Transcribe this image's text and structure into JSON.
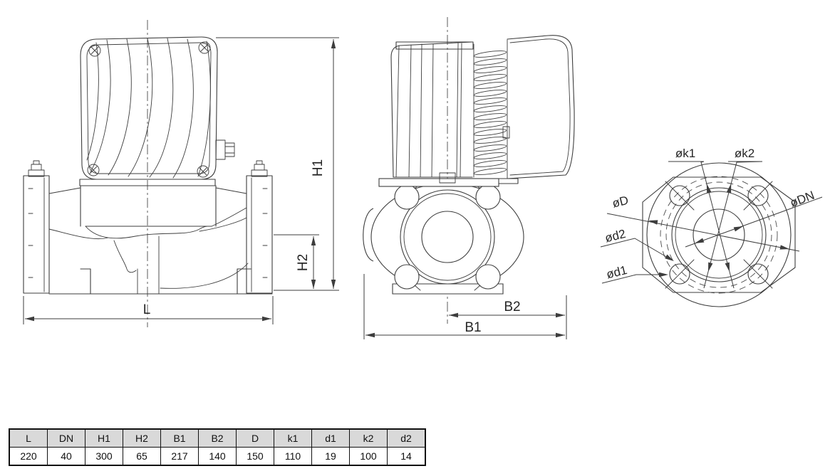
{
  "drawing": {
    "front_view": {
      "dim_labels": {
        "h1": "H1",
        "h2": "H2",
        "l": "L"
      }
    },
    "side_view": {
      "dim_labels": {
        "b1": "B1",
        "b2": "B2"
      }
    },
    "flange_view": {
      "dim_labels": {
        "k1": "øk1",
        "k2": "øk2",
        "d_outer": "øD",
        "dn": "øDN",
        "d1": "ød1",
        "d2": "ød2"
      }
    }
  },
  "dimensions_table": {
    "headers": [
      "L",
      "DN",
      "H1",
      "H2",
      "B1",
      "B2",
      "D",
      "k1",
      "d1",
      "k2",
      "d2"
    ],
    "values": [
      "220",
      "40",
      "300",
      "65",
      "217",
      "140",
      "150",
      "110",
      "19",
      "100",
      "14"
    ]
  },
  "colors": {
    "line": "#3d3d3d",
    "table_header_bg": "#d9d9d9",
    "table_border": "#000000"
  }
}
